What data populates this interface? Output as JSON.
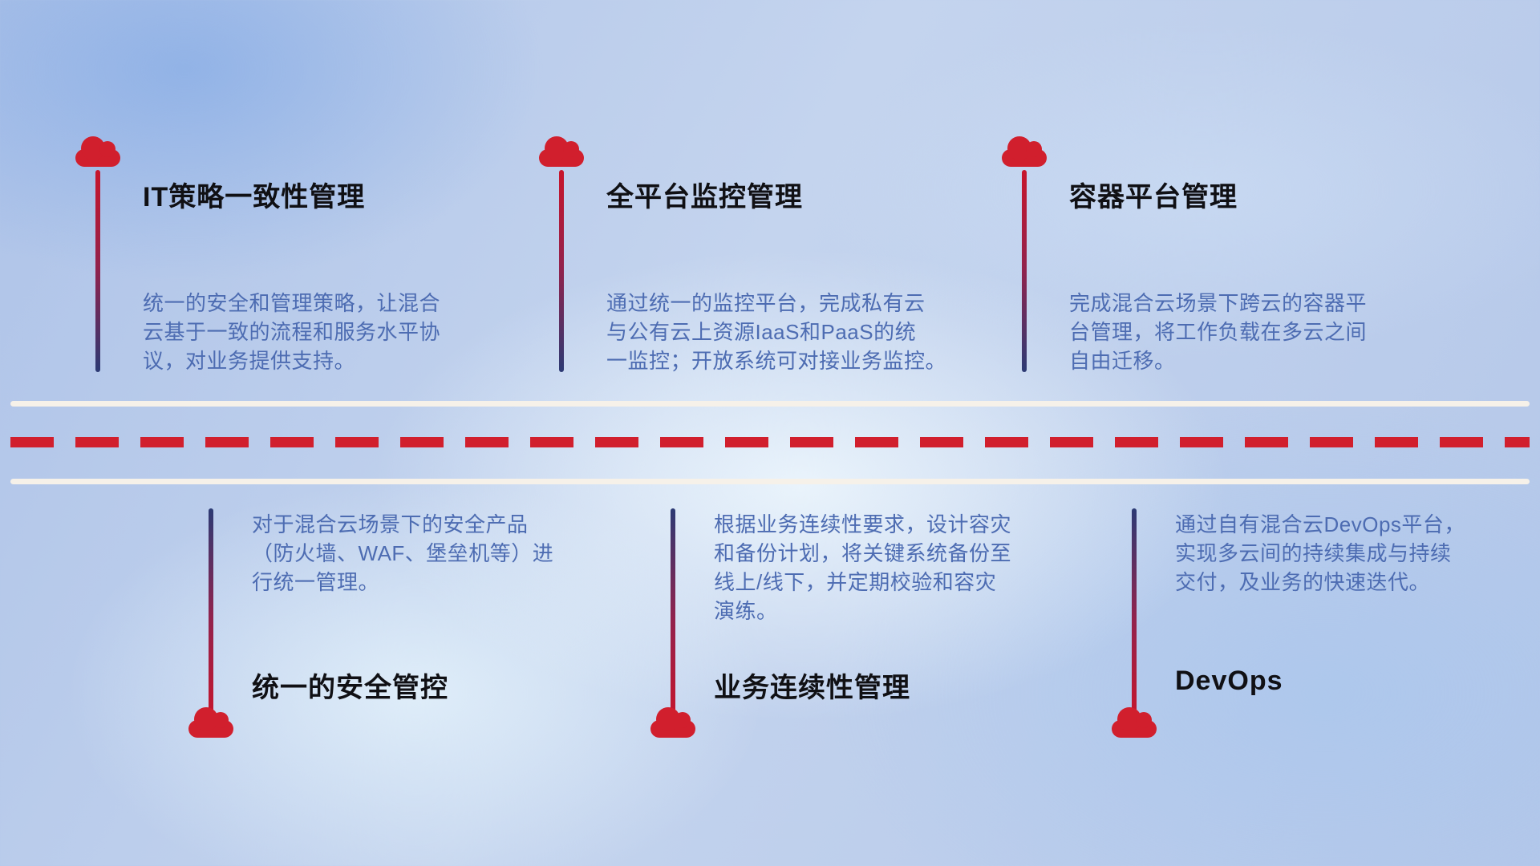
{
  "diagram": {
    "type": "hybrid-cloud capability roadmap",
    "road": {
      "line_color": "#f6f1e9",
      "dash_color": "#d11f2d"
    },
    "colors": {
      "cloud_red": "#d11f2d",
      "stem_gradient_red": "#c8152b",
      "stem_gradient_navy": "#2c3a74",
      "title_color": "#101014",
      "description_color": "#4d6cb2",
      "background_blue": "#b9cbe9"
    },
    "icons": [
      {
        "name": "cloud-icon",
        "meaning": "cloud service marker",
        "shape": "red cloud"
      }
    ]
  },
  "features": [
    {
      "position": "top",
      "title": "IT策略一致性管理",
      "description": "统一的安全和管理策略，让混合\n云基于一致的流程和服务水平协\n议，对业务提供支持。"
    },
    {
      "position": "top",
      "title": "全平台监控管理",
      "description": "通过统一的监控平台，完成私有云\n与公有云上资源IaaS和PaaS的统\n一监控；开放系统可对接业务监控。"
    },
    {
      "position": "top",
      "title": "容器平台管理",
      "description": "完成混合云场景下跨云的容器平\n台管理，将工作负载在多云之间\n自由迁移。"
    },
    {
      "position": "bottom",
      "title": "统一的安全管控",
      "description": "对于混合云场景下的安全产品\n（防火墙、WAF、堡垒机等）进\n行统一管理。"
    },
    {
      "position": "bottom",
      "title": "业务连续性管理",
      "description": "根据业务连续性要求，设计容灾\n和备份计划，将关键系统备份至\n线上/线下，并定期校验和容灾\n演练。"
    },
    {
      "position": "bottom",
      "title": "DevOps",
      "description": "通过自有混合云DevOps平台，\n实现多云间的持续集成与持续\n交付，及业务的快速迭代。"
    }
  ]
}
